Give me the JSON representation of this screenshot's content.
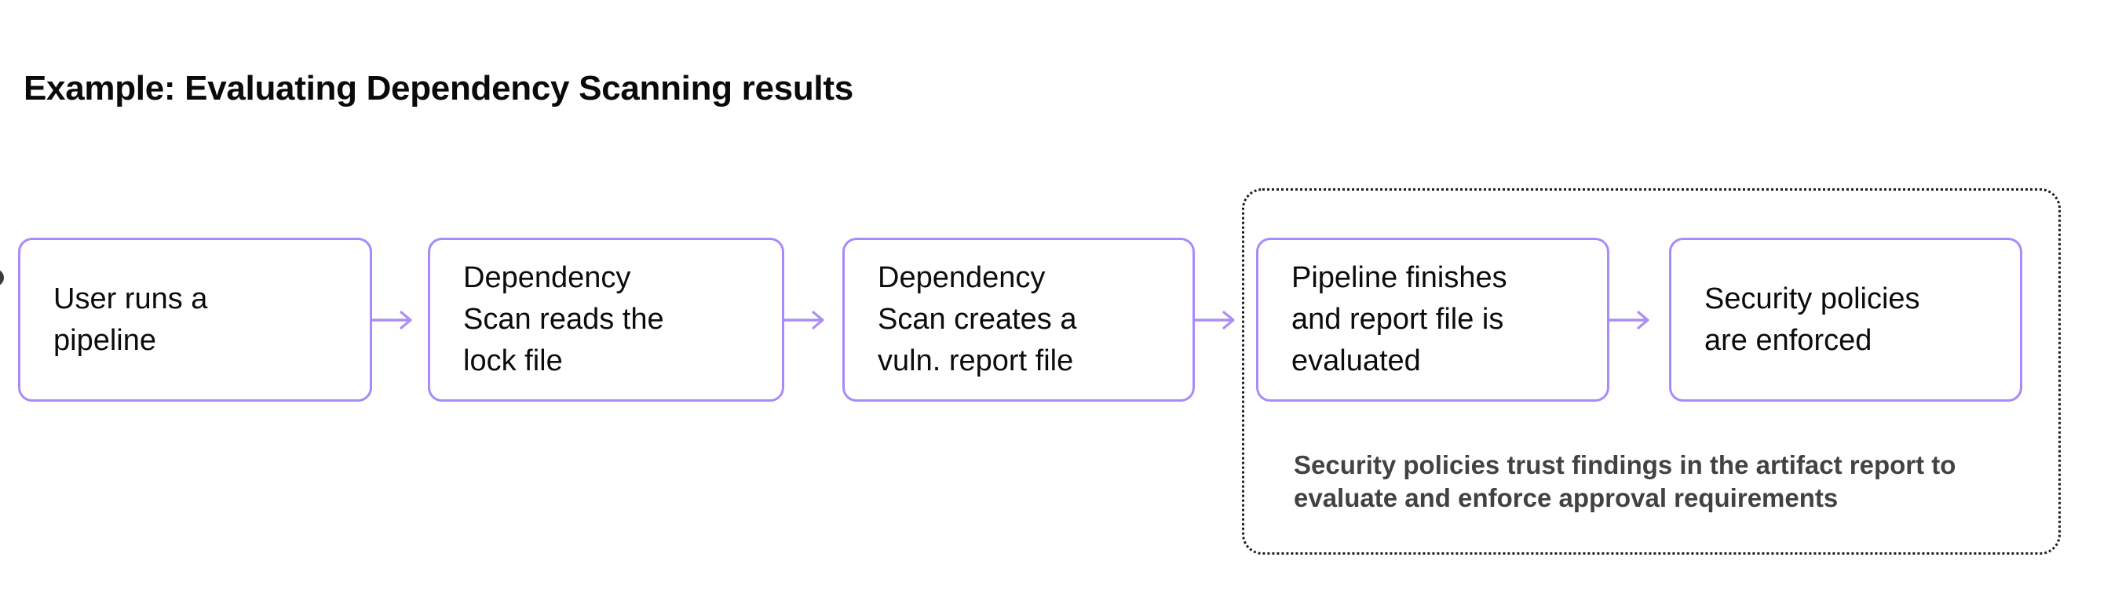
{
  "title": "Example: Evaluating Dependency Scanning results",
  "flow": {
    "boxes": [
      {
        "id": "user-runs-pipeline",
        "label": "User runs a\npipeline"
      },
      {
        "id": "dep-scan-reads-lockfile",
        "label": "Dependency\nScan reads the\nlock file"
      },
      {
        "id": "dep-scan-creates-report",
        "label": "Dependency\nScan creates a\nvuln. report file"
      },
      {
        "id": "pipeline-finishes",
        "label": "Pipeline finishes\nand report file is\nevaluated"
      },
      {
        "id": "policies-enforced",
        "label": "Security policies\nare enforced"
      }
    ],
    "group_note": "Security policies trust findings in the artifact report to\nevaluate and enforce approval requirements"
  },
  "colors": {
    "box_border": "#a78bfa",
    "arrow": "#ab8ff7",
    "dotted_border": "#1f1f1f",
    "note_text": "#424242",
    "title_text": "#0a0a0a",
    "box_text": "#0c0c0c",
    "edge_circle": "#3b3b3d",
    "background": "#ffffff"
  }
}
